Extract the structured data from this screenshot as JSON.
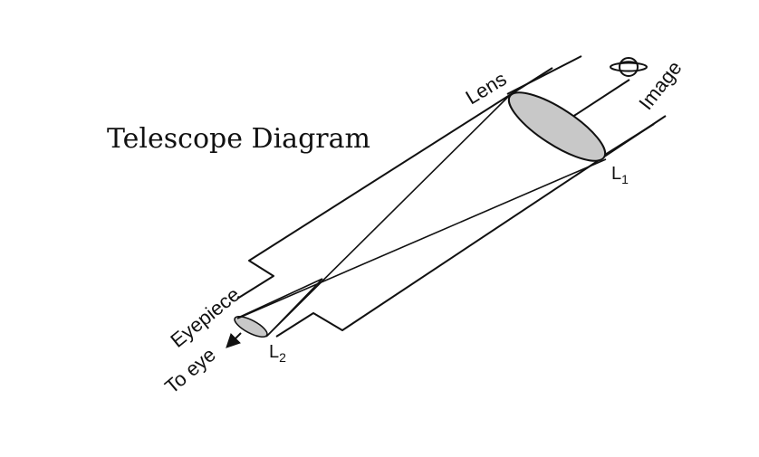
{
  "title": "Telescope Diagram",
  "labels": {
    "lens": "Lens",
    "image": "Image",
    "l1_main": "L",
    "l1_sub": "1",
    "l2_main": "L",
    "l2_sub": "2",
    "eyepiece": "Eyepiece",
    "to_eye": "To eye"
  },
  "colors": {
    "line": "#111111",
    "lens_fill": "#c8c8c8"
  },
  "icons": {
    "image": "planet-icon"
  }
}
